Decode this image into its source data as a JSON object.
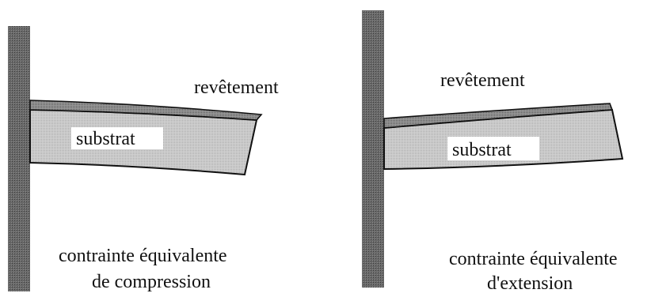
{
  "diagrams": [
    {
      "coating_label": "revêtement",
      "substrate_label": "substrat",
      "caption_line1": "contrainte équivalente",
      "caption_line2": "de compression"
    },
    {
      "coating_label": "revêtement",
      "substrate_label": "substrat",
      "caption_line1": "contrainte équivalente",
      "caption_line2": "d'extension"
    }
  ]
}
